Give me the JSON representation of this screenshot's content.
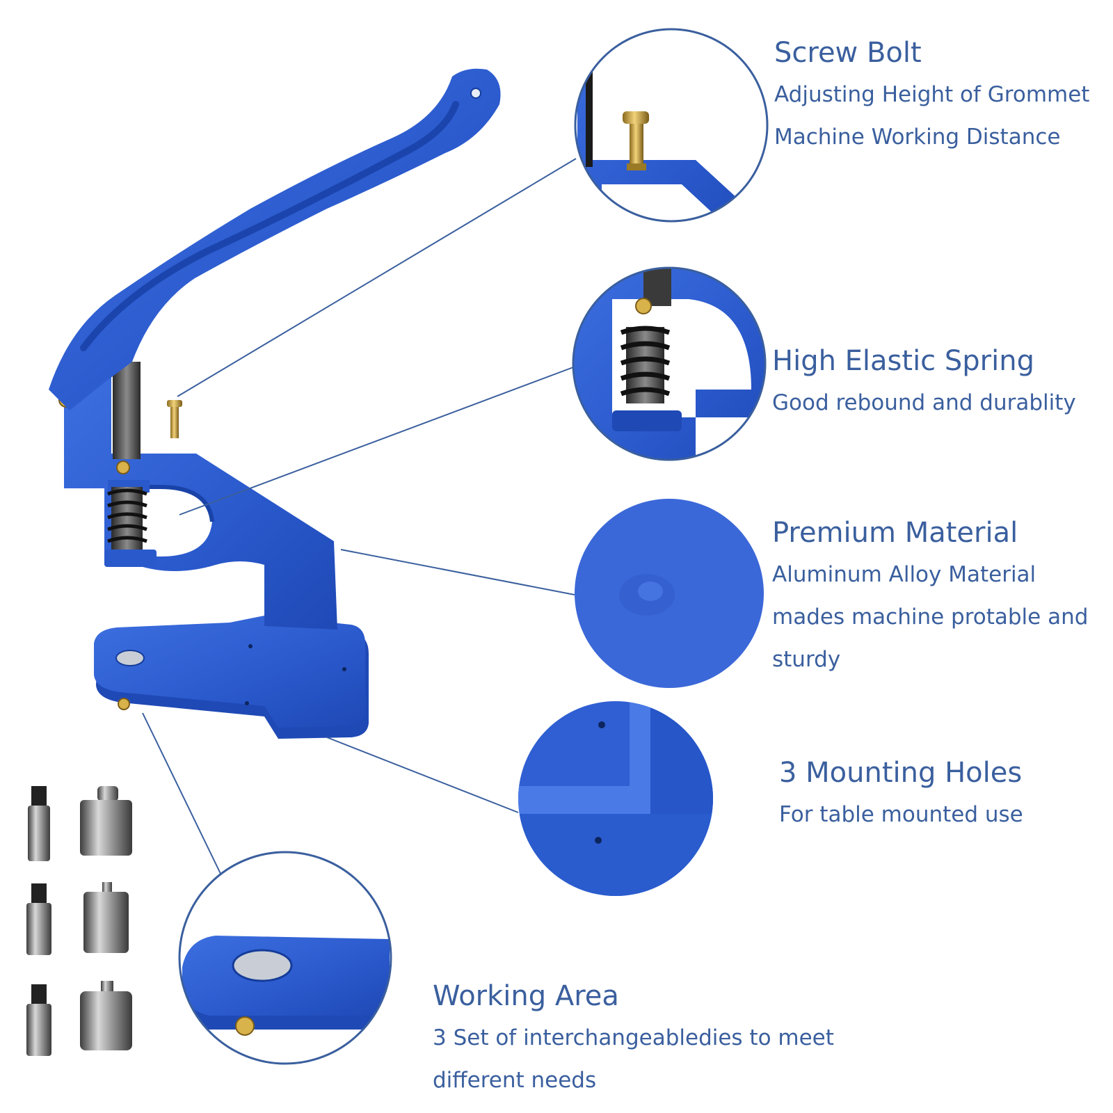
{
  "colors": {
    "text": "#3a5f9e",
    "leader_line": "#3a5f9e",
    "machine_blue": "#2f5fcf",
    "circle_border": "#3a5f9e",
    "background": "#ffffff"
  },
  "features": {
    "screw_bolt": {
      "title": "Screw Bolt",
      "lines": [
        "Adjusting Height of Grommet",
        "Machine Working Distance"
      ]
    },
    "spring": {
      "title": "High Elastic Spring",
      "lines": [
        "Good rebound and durablity"
      ]
    },
    "material": {
      "title": "Premium Material",
      "lines": [
        "Aluminum Alloy Material",
        "mades machine protable and",
        "sturdy"
      ]
    },
    "mounting": {
      "title": "3 Mounting Holes",
      "lines": [
        "For table mounted use"
      ]
    },
    "working_area": {
      "title": "Working Area",
      "lines": [
        "3 Set of interchangeabledies to meet",
        "different needs"
      ]
    }
  },
  "dies": {
    "sets": 3
  }
}
